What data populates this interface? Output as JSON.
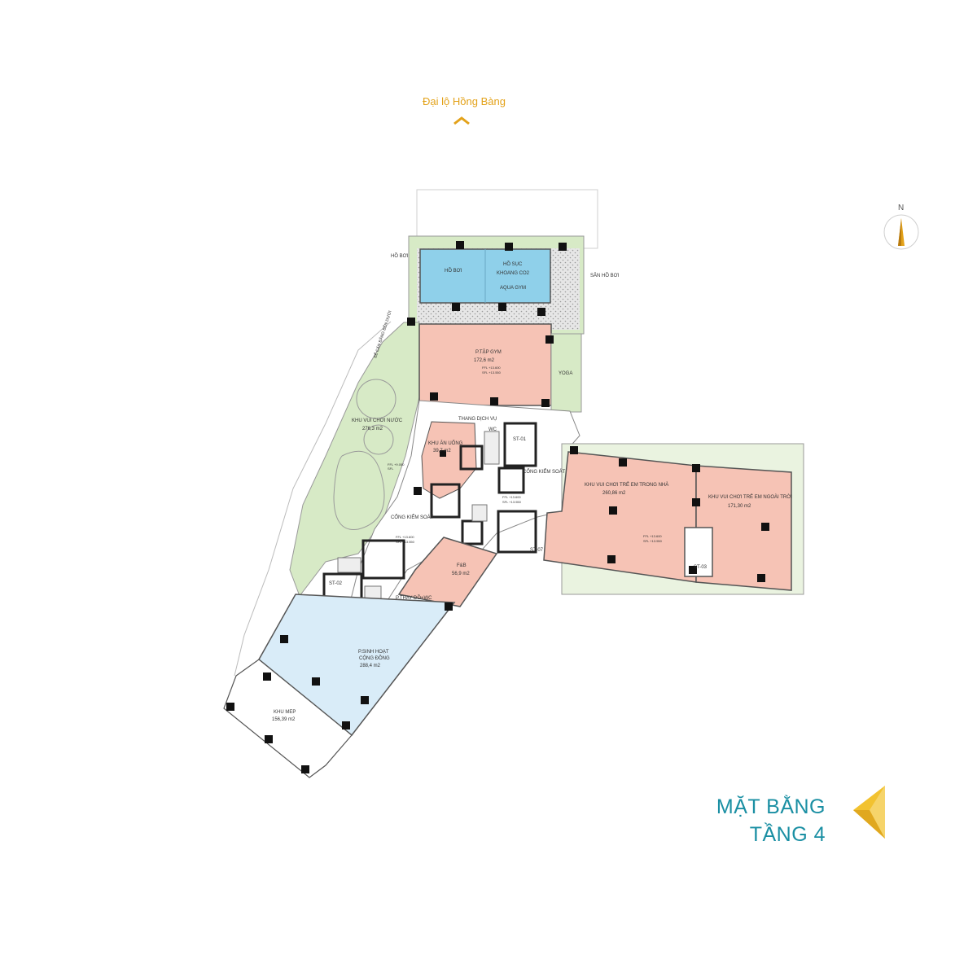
{
  "street": {
    "name": "Đại lộ Hồng Bàng"
  },
  "title": {
    "line1": "MẶT BẰNG",
    "line2": "TẦNG 4"
  },
  "compass": {
    "label": "N"
  },
  "rooms": {
    "ho_boi_outside": "HỒ BƠI",
    "ho_boi": "HỒ BƠI",
    "ho_suc": "HỒ SỤC",
    "khoang_co2": "KHOANG CO2",
    "aqua_gym": "AQUA GYM",
    "san_ho_boi": "SÂN HỒ BƠI",
    "be_can_bang": "BỂ CÂN BẰNG BÊN DƯỚI",
    "tap_gym_name": "P.TẬP GYM",
    "tap_gym_area": "172,6 m2",
    "yoga": "YOGA",
    "khu_vui_choi_nuoc_name": "KHU VUI CHƠI NƯỚC",
    "khu_vui_choi_nuoc_area": "276,3 m2",
    "thang_dich_vu": "THANG DỊCH VỤ",
    "wc": "WC",
    "khu_an_uong_name": "KHU ĂN UỐNG",
    "khu_an_uong_area": "39,7 m2",
    "st01": "ST-01",
    "cong_kiem_soat_right": "CỔNG KIỂM SOÁT",
    "cong_kiem_soat_left": "CỔNG KIỂM SOÁT",
    "trong_nha_name": "KHU VUI CHƠI TRẺ EM TRONG NHÀ",
    "trong_nha_area": "260,86 m2",
    "ngoai_troi_name": "KHU VUI CHƠI TRẺ EM NGOÀI TRỜI",
    "ngoai_troi_area": "171,30 m2",
    "st03": "ST-03",
    "st07": "ST-07",
    "fnb_name": "F&B",
    "fnb_area": "56,9 m2",
    "st02": "ST-02",
    "thay_do_wc": "P.THAY ĐỒ+WC",
    "sinh_hoat_name": "P.SINH HOẠT",
    "sinh_hoat_name2": "CỘNG ĐỒNG",
    "sinh_hoat_area": "288,4 m2",
    "khu_mep_name": "KHU MEP",
    "khu_mep_area": "156,39 m2"
  },
  "levels": {
    "tap_gym_ffl": "FFL +13.600",
    "tap_gym_sfl": "SFL +13.550",
    "nuoc_ffl": "FFL +9.050",
    "nuoc_sfl": "SFL",
    "core_ffl": "FFL +13.600",
    "core_sfl": "SFL +13.550",
    "left_ffl": "FFL +13.600",
    "left_sfl": "SFL +13.550",
    "trong_nha_ffl": "FFL +13.600",
    "trong_nha_sfl": "SFL +13.550"
  },
  "colors": {
    "salmon": "#f6c3b5",
    "pool": "#8fd0ea",
    "green": "#d7eac6",
    "blue_room": "#d9ecf8",
    "accent_yellow": "#f2c230",
    "title_teal": "#1a8fa3"
  }
}
